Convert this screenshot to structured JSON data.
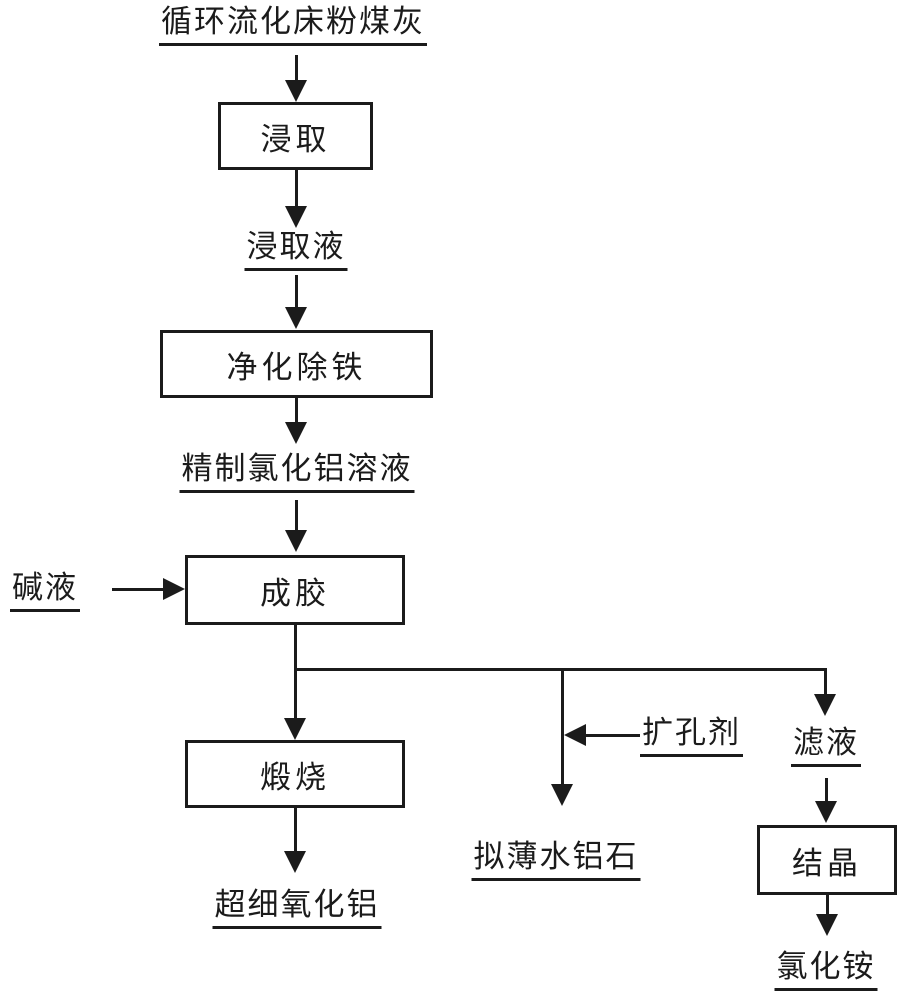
{
  "diagram": {
    "description": "Process flowchart for producing ultrafine alumina and pseudo-boehmite from circulating fluidized bed fly ash",
    "colors": {
      "ink": "#1b1b1b",
      "background": "#ffffff"
    },
    "nodes": {
      "source": "循环流化床粉煤灰",
      "leach_box": "浸取",
      "leachate": "浸取液",
      "purify_box": "净化除铁",
      "refined_solution": "精制氯化铝溶液",
      "alkali": "碱液",
      "gel_box": "成胶",
      "calcine_box": "煅烧",
      "ultrafine_alumina": "超细氧化铝",
      "pore_agent": "扩孔剂",
      "pseudoboehmite": "拟薄水铝石",
      "filtrate": "滤液",
      "crystal_box": "结晶",
      "ammonium_chloride": "氯化铵"
    }
  }
}
